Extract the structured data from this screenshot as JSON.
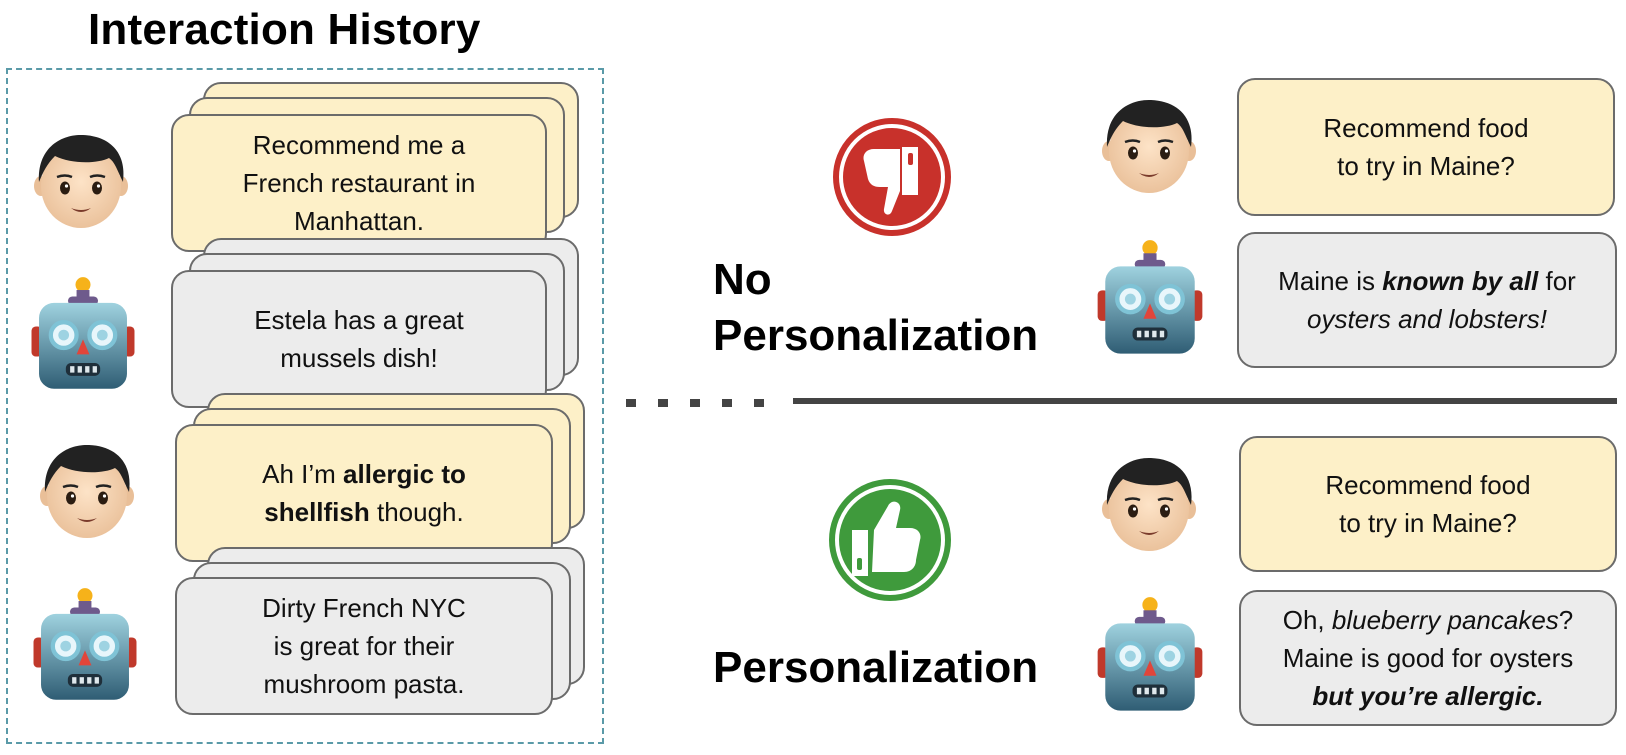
{
  "history": {
    "title": "Interaction History",
    "messages": [
      {
        "role": "user",
        "lines": [
          "Recommend me a",
          "French restaurant in",
          "Manhattan."
        ]
      },
      {
        "role": "assistant",
        "lines": [
          "Estela has a great",
          "mussels dish!"
        ]
      },
      {
        "role": "user",
        "line1_pre": "Ah I’m ",
        "line1_bold": "allergic to",
        "line2_bold": "shellfish",
        "line2_post": " though."
      },
      {
        "role": "assistant",
        "lines": [
          "Dirty French NYC",
          "is great for their",
          "mushroom pasta."
        ]
      }
    ]
  },
  "no_personalization": {
    "label_line1": "No",
    "label_line2": "Personalization",
    "verdict_icon": "thumbs-down-icon",
    "verdict_color": "#c8312b",
    "user_lines": [
      "Recommend food",
      "to try in Maine?"
    ],
    "assistant": {
      "l1_pre": "Maine is ",
      "l1_bi": "known by all",
      "l1_post": " for",
      "l2_i": "oysters and lobsters!"
    }
  },
  "personalization": {
    "label": "Personalization",
    "verdict_icon": "thumbs-up-icon",
    "verdict_color": "#3f9a3c",
    "user_lines": [
      "Recommend food",
      "to try in Maine?"
    ],
    "assistant": {
      "l1_pre": "Oh, ",
      "l1_i": "blueberry pancakes",
      "l1_post": "?",
      "l2": "Maine is good for oysters",
      "l3_bi": "but you’re allergic."
    }
  },
  "colors": {
    "user_bubble": "#fdf0c8",
    "assistant_bubble": "#ececec",
    "border": "#6b6b6b",
    "history_border": "#5a9aa8"
  }
}
